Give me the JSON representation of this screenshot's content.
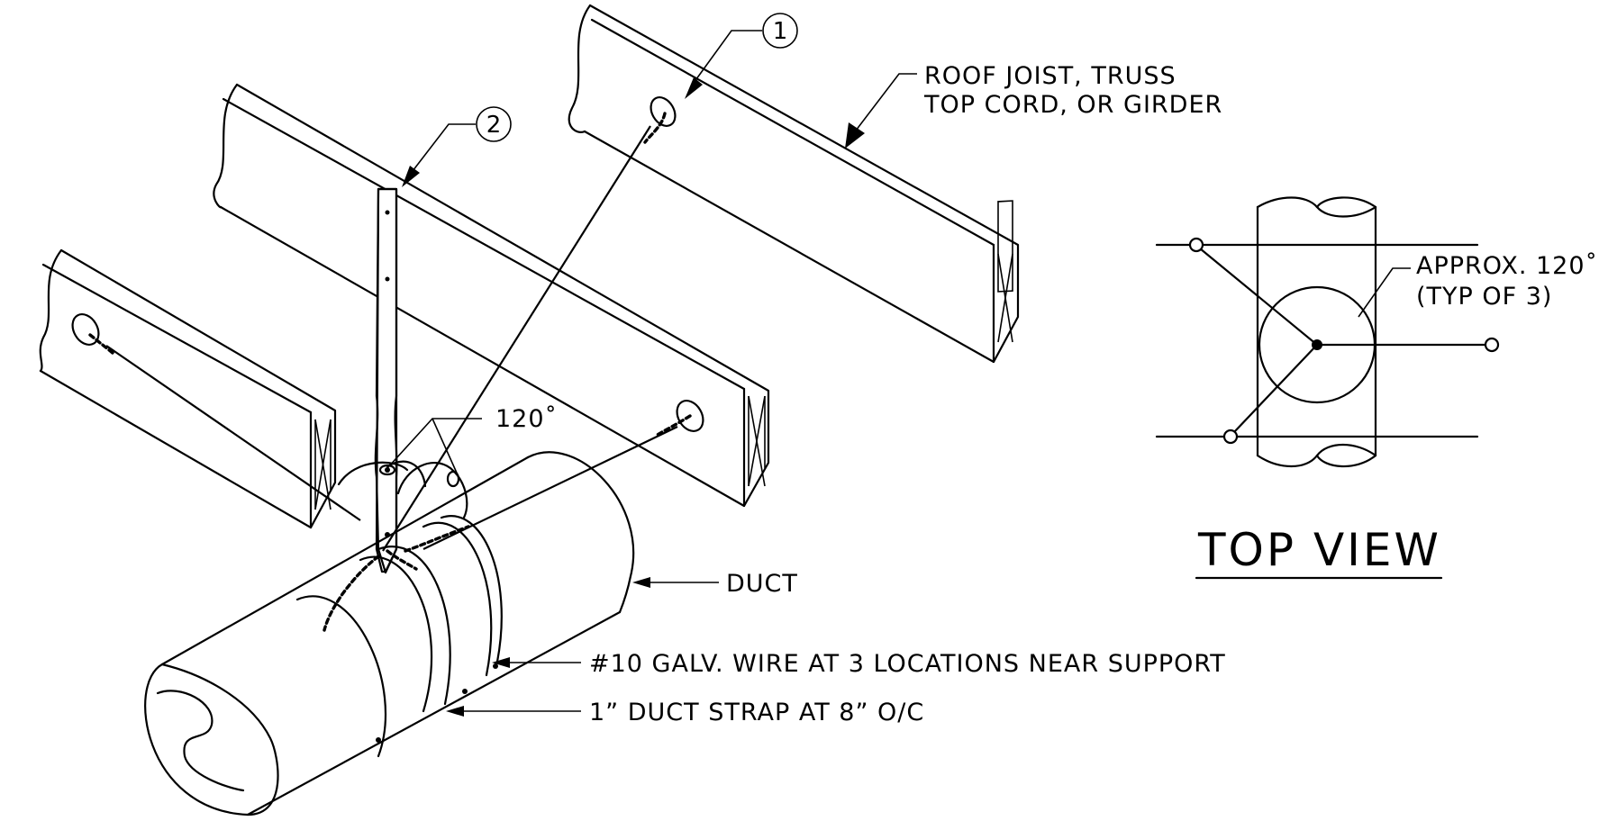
{
  "labels": {
    "roof_joist_line1": "ROOF JOIST, TRUSS",
    "roof_joist_line2": "TOP CORD, OR GIRDER",
    "angle_120": "120˚",
    "duct": "DUCT",
    "galv_wire": "#10 GALV. WIRE AT 3 LOCATIONS NEAR SUPPORT",
    "duct_strap": "1” DUCT STRAP AT 8” O/C",
    "approx_line1": "APPROX. 120˚",
    "approx_line2": "(TYP OF 3)",
    "top_view": "TOP VIEW"
  },
  "callouts": {
    "callout_1": "1",
    "callout_2": "2"
  },
  "colors": {
    "line": "#000000",
    "background": "#ffffff"
  }
}
